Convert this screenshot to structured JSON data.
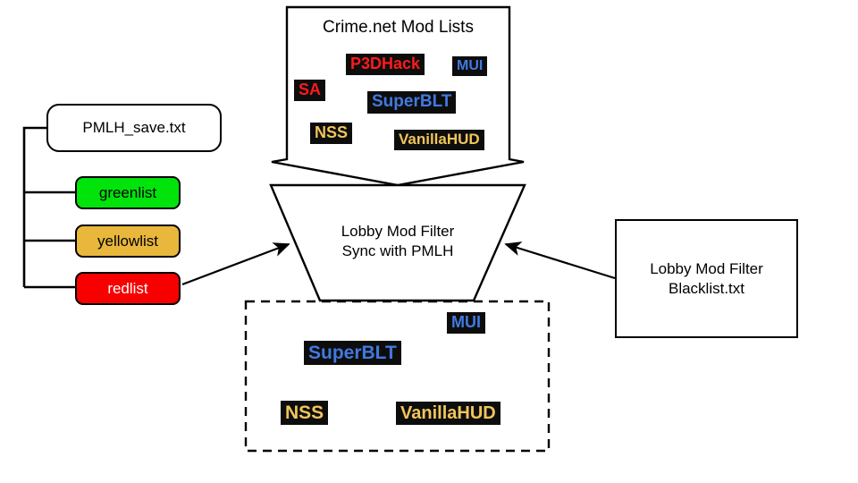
{
  "crimenet": {
    "title": "Crime.net Mod Lists",
    "mods": [
      {
        "label": "P3DHack",
        "color": "#ff1a1a"
      },
      {
        "label": "MUI",
        "color": "#4279e0"
      },
      {
        "label": "SA",
        "color": "#ff1a1a"
      },
      {
        "label": "SuperBLT",
        "color": "#4279e0"
      },
      {
        "label": "NSS",
        "color": "#f0c55a"
      },
      {
        "label": "VanillaHUD",
        "color": "#f0c55a"
      }
    ]
  },
  "pmlh": {
    "file_label": "PMLH_save.txt",
    "lists": [
      {
        "label": "greenlist",
        "fill": "#00e40c",
        "text_color": "#000000"
      },
      {
        "label": "yellowlist",
        "fill": "#e8b73c",
        "text_color": "#000000"
      },
      {
        "label": "redlist",
        "fill": "#f60000",
        "text_color": "#ffffff"
      }
    ]
  },
  "filter": {
    "line1": "Lobby Mod Filter",
    "line2": "Sync with PMLH"
  },
  "blacklist": {
    "line1": "Lobby Mod Filter",
    "line2": "Blacklist.txt"
  },
  "allowed": {
    "mods": [
      {
        "label": "MUI",
        "color": "#4279e0"
      },
      {
        "label": "SuperBLT",
        "color": "#4279e0"
      },
      {
        "label": "NSS",
        "color": "#f0c55a"
      },
      {
        "label": "VanillaHUD",
        "color": "#f0c55a"
      }
    ]
  },
  "colors": {
    "outline": "#000000",
    "chip_background": "#0d0d0d",
    "background": "#ffffff"
  }
}
